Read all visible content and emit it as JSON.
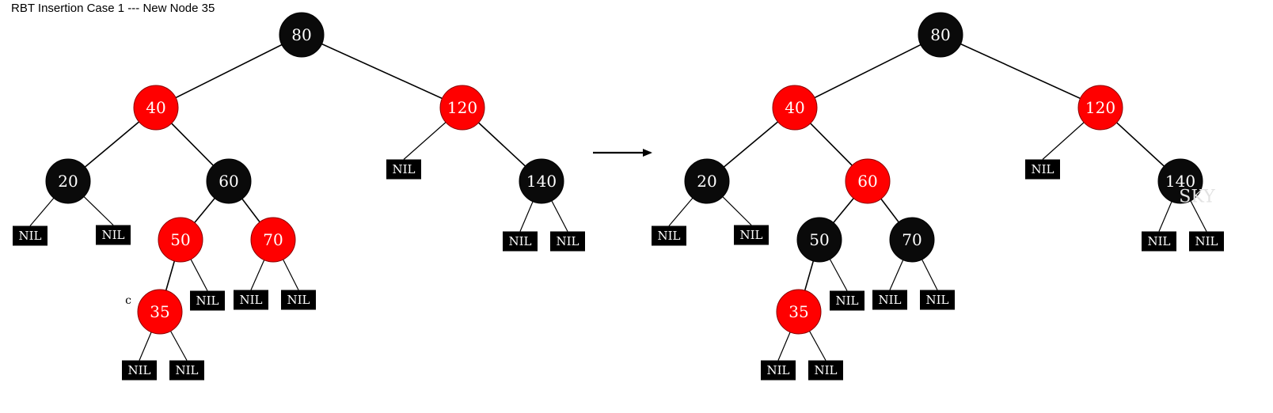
{
  "title": "RBT Insertion Case 1 --- New Node 35",
  "colors": {
    "red": "#ff0000",
    "black": "#0a0a0a",
    "nil": "#000000",
    "edge": "#000000",
    "watermark": "#e2e2e2"
  },
  "nil_label": "NIL",
  "marker_label": "c",
  "watermark": "SKY",
  "trees": [
    {
      "id": "before",
      "nodes": [
        {
          "id": "n80",
          "value": "80",
          "color": "black"
        },
        {
          "id": "n40",
          "value": "40",
          "color": "red"
        },
        {
          "id": "n120",
          "value": "120",
          "color": "red"
        },
        {
          "id": "n20",
          "value": "20",
          "color": "black"
        },
        {
          "id": "n60",
          "value": "60",
          "color": "black"
        },
        {
          "id": "n140",
          "value": "140",
          "color": "black"
        },
        {
          "id": "n50",
          "value": "50",
          "color": "red"
        },
        {
          "id": "n70",
          "value": "70",
          "color": "red"
        },
        {
          "id": "n35",
          "value": "35",
          "color": "red"
        }
      ]
    },
    {
      "id": "after",
      "nodes": [
        {
          "id": "n80",
          "value": "80",
          "color": "black"
        },
        {
          "id": "n40",
          "value": "40",
          "color": "red"
        },
        {
          "id": "n120",
          "value": "120",
          "color": "red"
        },
        {
          "id": "n20",
          "value": "20",
          "color": "black"
        },
        {
          "id": "n60",
          "value": "60",
          "color": "red"
        },
        {
          "id": "n140",
          "value": "140",
          "color": "black"
        },
        {
          "id": "n50",
          "value": "50",
          "color": "black"
        },
        {
          "id": "n70",
          "value": "70",
          "color": "black"
        },
        {
          "id": "n35",
          "value": "35",
          "color": "red"
        }
      ]
    }
  ]
}
